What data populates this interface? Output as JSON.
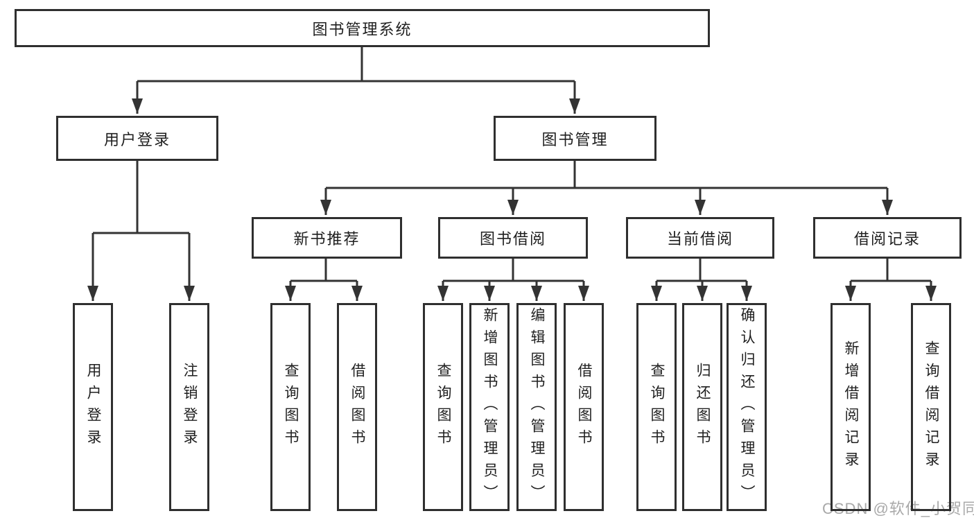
{
  "colors": {
    "bg": "#ffffff",
    "line": "#333333",
    "border": "#2f2f2f",
    "text": "#1f1f1f",
    "watermark": "#a9a9a9"
  },
  "watermark": {
    "text": "CSDN @软件_小贺同学"
  },
  "tree": {
    "root": {
      "label": "图书管理系统"
    },
    "branches": [
      {
        "label": "用户登录",
        "children": [
          {
            "label": "用户登录"
          },
          {
            "label": "注销登录"
          }
        ]
      },
      {
        "label": "图书管理",
        "children": [
          {
            "label": "新书推荐",
            "children": [
              {
                "label": "查询图书"
              },
              {
                "label": "借阅图书"
              }
            ]
          },
          {
            "label": "图书借阅",
            "children": [
              {
                "label": "查询图书"
              },
              {
                "label": "新增图书（管理员）"
              },
              {
                "label": "编辑图书（管理员）"
              },
              {
                "label": "借阅图书"
              }
            ]
          },
          {
            "label": "当前借阅",
            "children": [
              {
                "label": "查询图书"
              },
              {
                "label": "归还图书"
              },
              {
                "label": "确认归还（管理员）"
              }
            ]
          },
          {
            "label": "借阅记录",
            "children": [
              {
                "label": "新增借阅记录"
              },
              {
                "label": "查询借阅记录"
              }
            ]
          }
        ]
      }
    ]
  }
}
